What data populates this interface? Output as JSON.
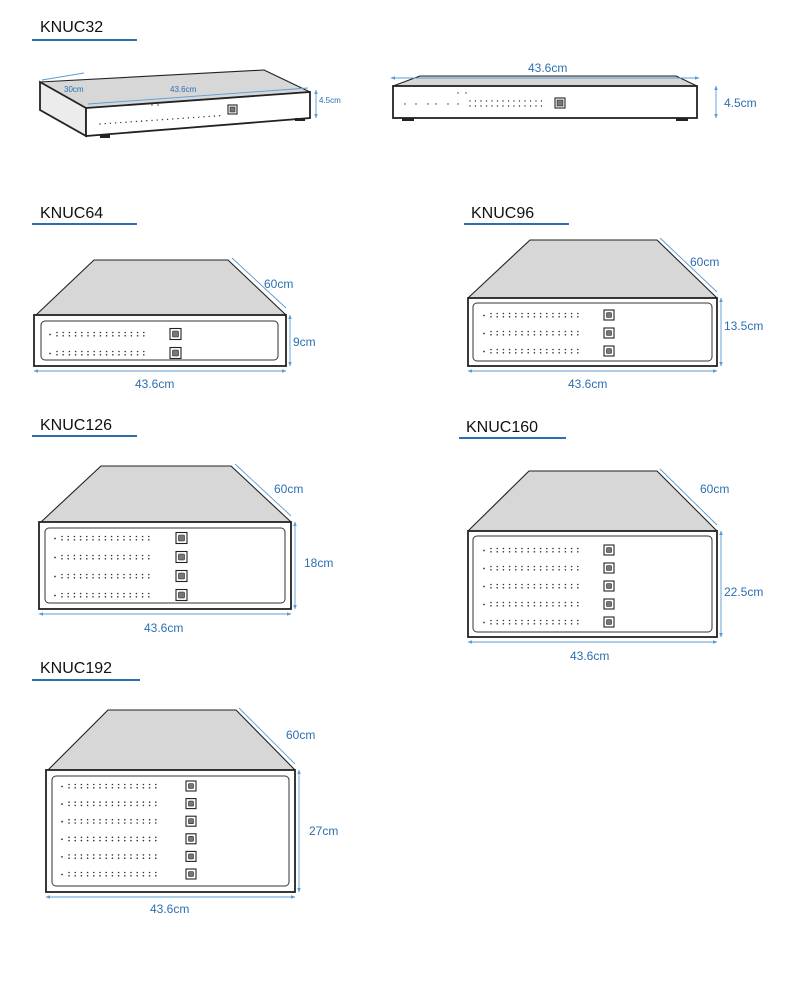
{
  "devices": {
    "knuc32": {
      "title": "KNUC32",
      "depth": "30cm",
      "width": "43.6cm",
      "height": "4.5cm",
      "front_width": "43.6cm",
      "front_height": "4.5cm",
      "ports": 1
    },
    "knuc64": {
      "title": "KNUC64",
      "depth": "60cm",
      "height": "9cm",
      "width": "43.6cm",
      "ports": 2
    },
    "knuc96": {
      "title": "KNUC96",
      "depth": "60cm",
      "height": "13.5cm",
      "width": "43.6cm",
      "ports": 3
    },
    "knuc126": {
      "title": "KNUC126",
      "depth": "60cm",
      "height": "18cm",
      "width": "43.6cm",
      "ports": 4
    },
    "knuc160": {
      "title": "KNUC160",
      "depth": "60cm",
      "height": "22.5cm",
      "width": "43.6cm",
      "ports": 5
    },
    "knuc192": {
      "title": "KNUC192",
      "depth": "60cm",
      "height": "27cm",
      "width": "43.6cm",
      "ports": 6
    }
  },
  "colors": {
    "accent": "#2c6fb0",
    "dimension_line": "#5b9bd5",
    "top_face": "#d7d7d7",
    "outline": "#222222"
  }
}
